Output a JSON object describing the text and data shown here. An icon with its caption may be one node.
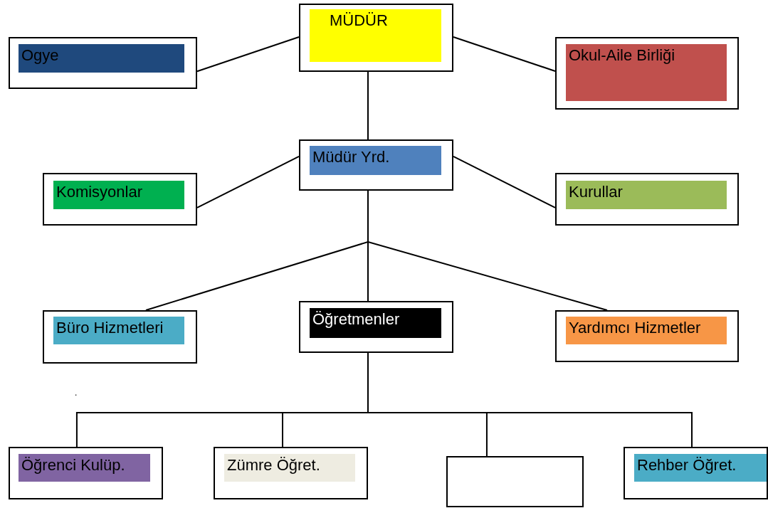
{
  "diagram": {
    "nodes": [
      {
        "text": [
          "MÜDÜR"
        ]
      },
      {
        "text": [
          "Ogye"
        ]
      },
      {
        "text": [
          "Okul-Aile Birliği"
        ]
      },
      {
        "text": [
          "Müdür Yrd."
        ]
      },
      {
        "text": [
          "Komisyonlar"
        ]
      },
      {
        "text": [
          "Kurullar"
        ]
      },
      {
        "text": [
          "Büro Hizmetleri"
        ]
      },
      {
        "text": [
          "Öğretmenler"
        ]
      },
      {
        "text": [
          "Yardımcı Hizmetler"
        ]
      },
      {
        "text": [
          "Öğrenci Kulüp."
        ]
      },
      {
        "text": [
          "Zümre Öğret."
        ]
      },
      {
        "text": [],
        "shape": "box"
      },
      {
        "text": [
          "Rehber Öğret."
        ]
      }
    ],
    "edges": [
      {
        "from": 0,
        "to": 1,
        "arrow": "none"
      },
      {
        "from": 0,
        "to": 2,
        "arrow": "none"
      },
      {
        "from": 0,
        "to": 3,
        "arrow": "none"
      },
      {
        "from": 3,
        "to": 4,
        "arrow": "none"
      },
      {
        "from": 3,
        "to": 5,
        "arrow": "none"
      },
      {
        "from": 3,
        "to": 6,
        "arrow": "none"
      },
      {
        "from": 3,
        "to": 7,
        "arrow": "none"
      },
      {
        "from": 3,
        "to": 8,
        "arrow": "none"
      },
      {
        "from": 7,
        "to": 9,
        "arrow": "none"
      },
      {
        "from": 7,
        "to": 10,
        "arrow": "none"
      },
      {
        "from": 7,
        "to": 11,
        "arrow": "none"
      },
      {
        "from": 7,
        "to": 12,
        "arrow": "none"
      }
    ],
    "labels": [
      "."
    ]
  }
}
